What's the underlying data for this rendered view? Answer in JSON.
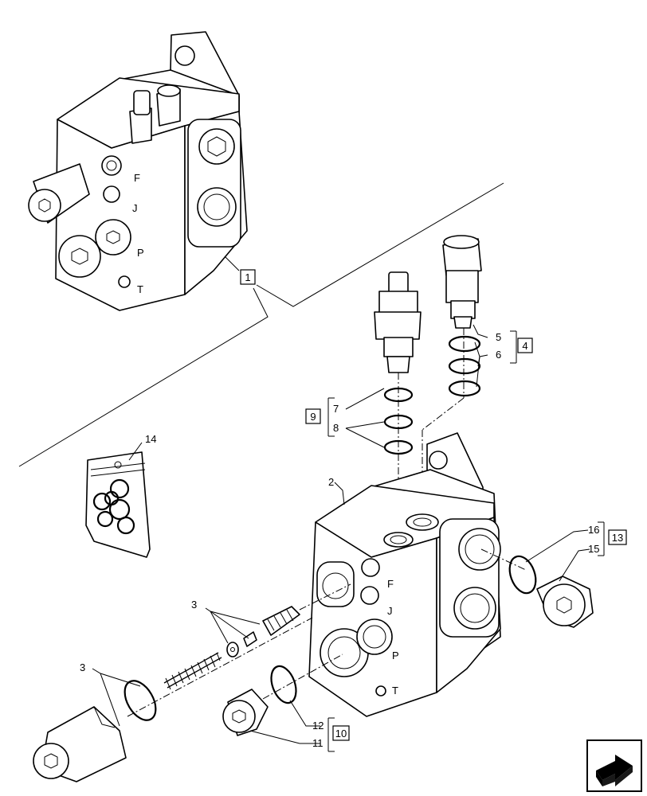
{
  "callouts": {
    "c1": "1",
    "c2": "2",
    "c3a": "3",
    "c3b": "3",
    "c4": "4",
    "c5": "5",
    "c6": "6",
    "c7": "7",
    "c8": "8",
    "c9": "9",
    "c10": "10",
    "c11": "11",
    "c12": "12",
    "c13": "13",
    "c14": "14",
    "c15": "15",
    "c16": "16"
  },
  "nav_icon": "next-page-arrow-icon"
}
